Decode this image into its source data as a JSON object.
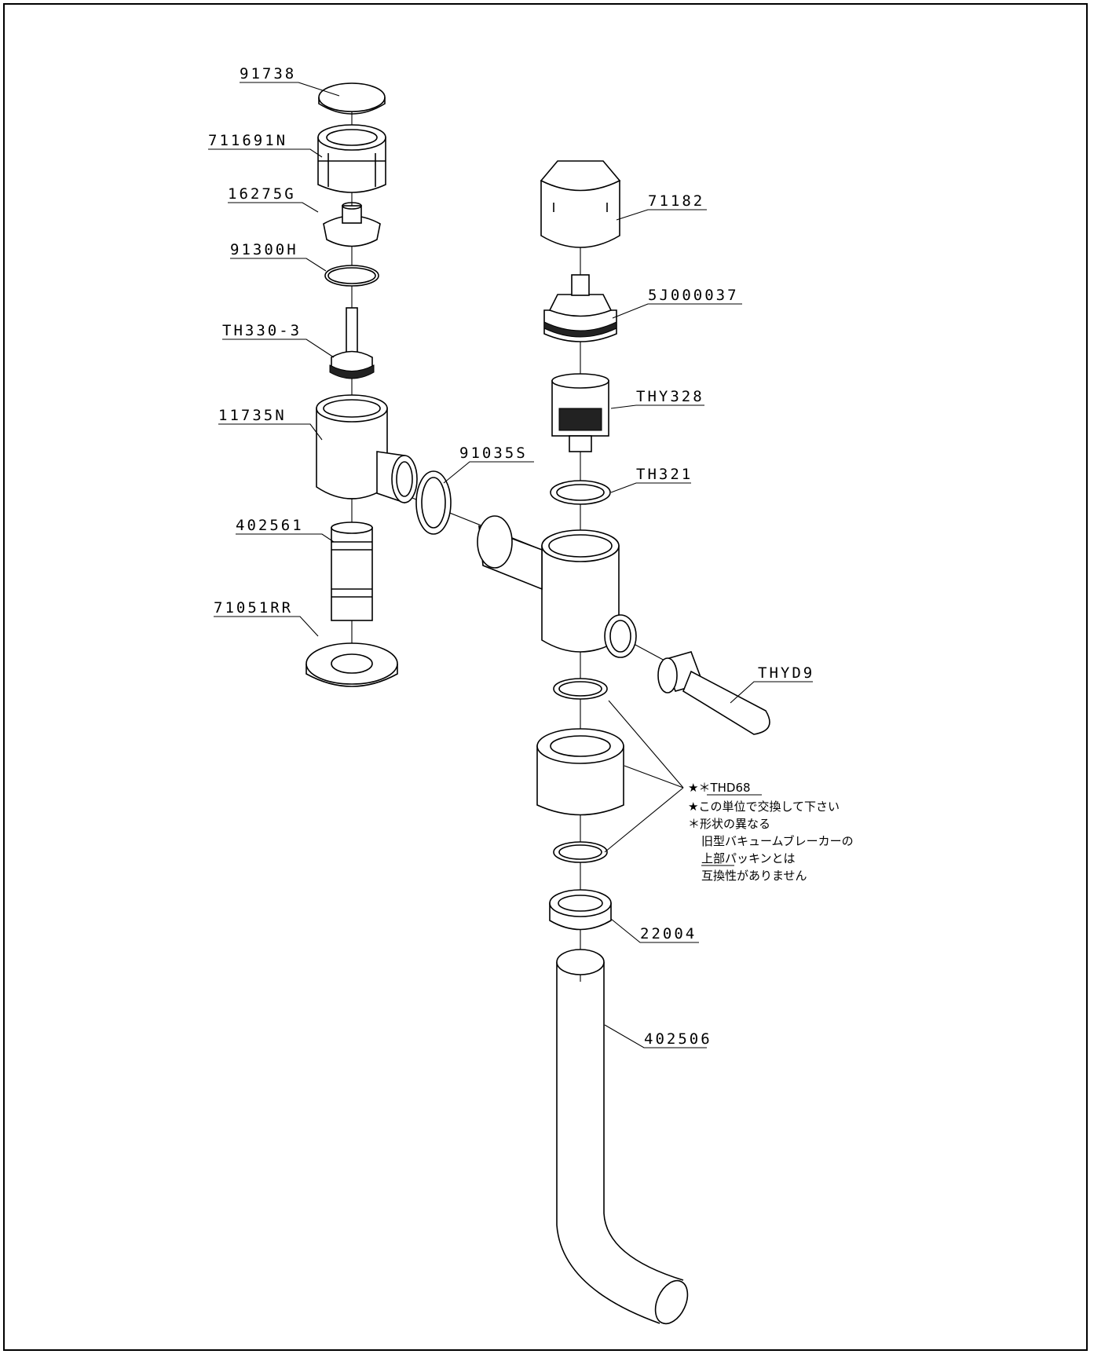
{
  "parts": [
    {
      "id": "p91738",
      "label": "91738"
    },
    {
      "id": "p711691N",
      "label": "711691N"
    },
    {
      "id": "p16275G",
      "label": "16275G"
    },
    {
      "id": "p91300H",
      "label": "91300H"
    },
    {
      "id": "pTH330_3",
      "label": "TH330-3"
    },
    {
      "id": "p11735N",
      "label": "11735N"
    },
    {
      "id": "p402561",
      "label": "402561"
    },
    {
      "id": "p71051RR",
      "label": "71051RR"
    },
    {
      "id": "p71182",
      "label": "71182"
    },
    {
      "id": "p5J000037",
      "label": "5J000037"
    },
    {
      "id": "pTHY328",
      "label": "THY328"
    },
    {
      "id": "p91035S",
      "label": "91035S"
    },
    {
      "id": "pTH321",
      "label": "TH321"
    },
    {
      "id": "pTHYD9",
      "label": "THYD9"
    },
    {
      "id": "p22004",
      "label": "22004"
    },
    {
      "id": "p402506",
      "label": "402506"
    }
  ],
  "note": {
    "code": "★＊THD68",
    "lines": [
      "★この単位で交換して下さい",
      "＊形状の異なる",
      "旧型バキュームブレーカーの",
      "上部パッキンとは",
      "互換性がありません"
    ]
  }
}
